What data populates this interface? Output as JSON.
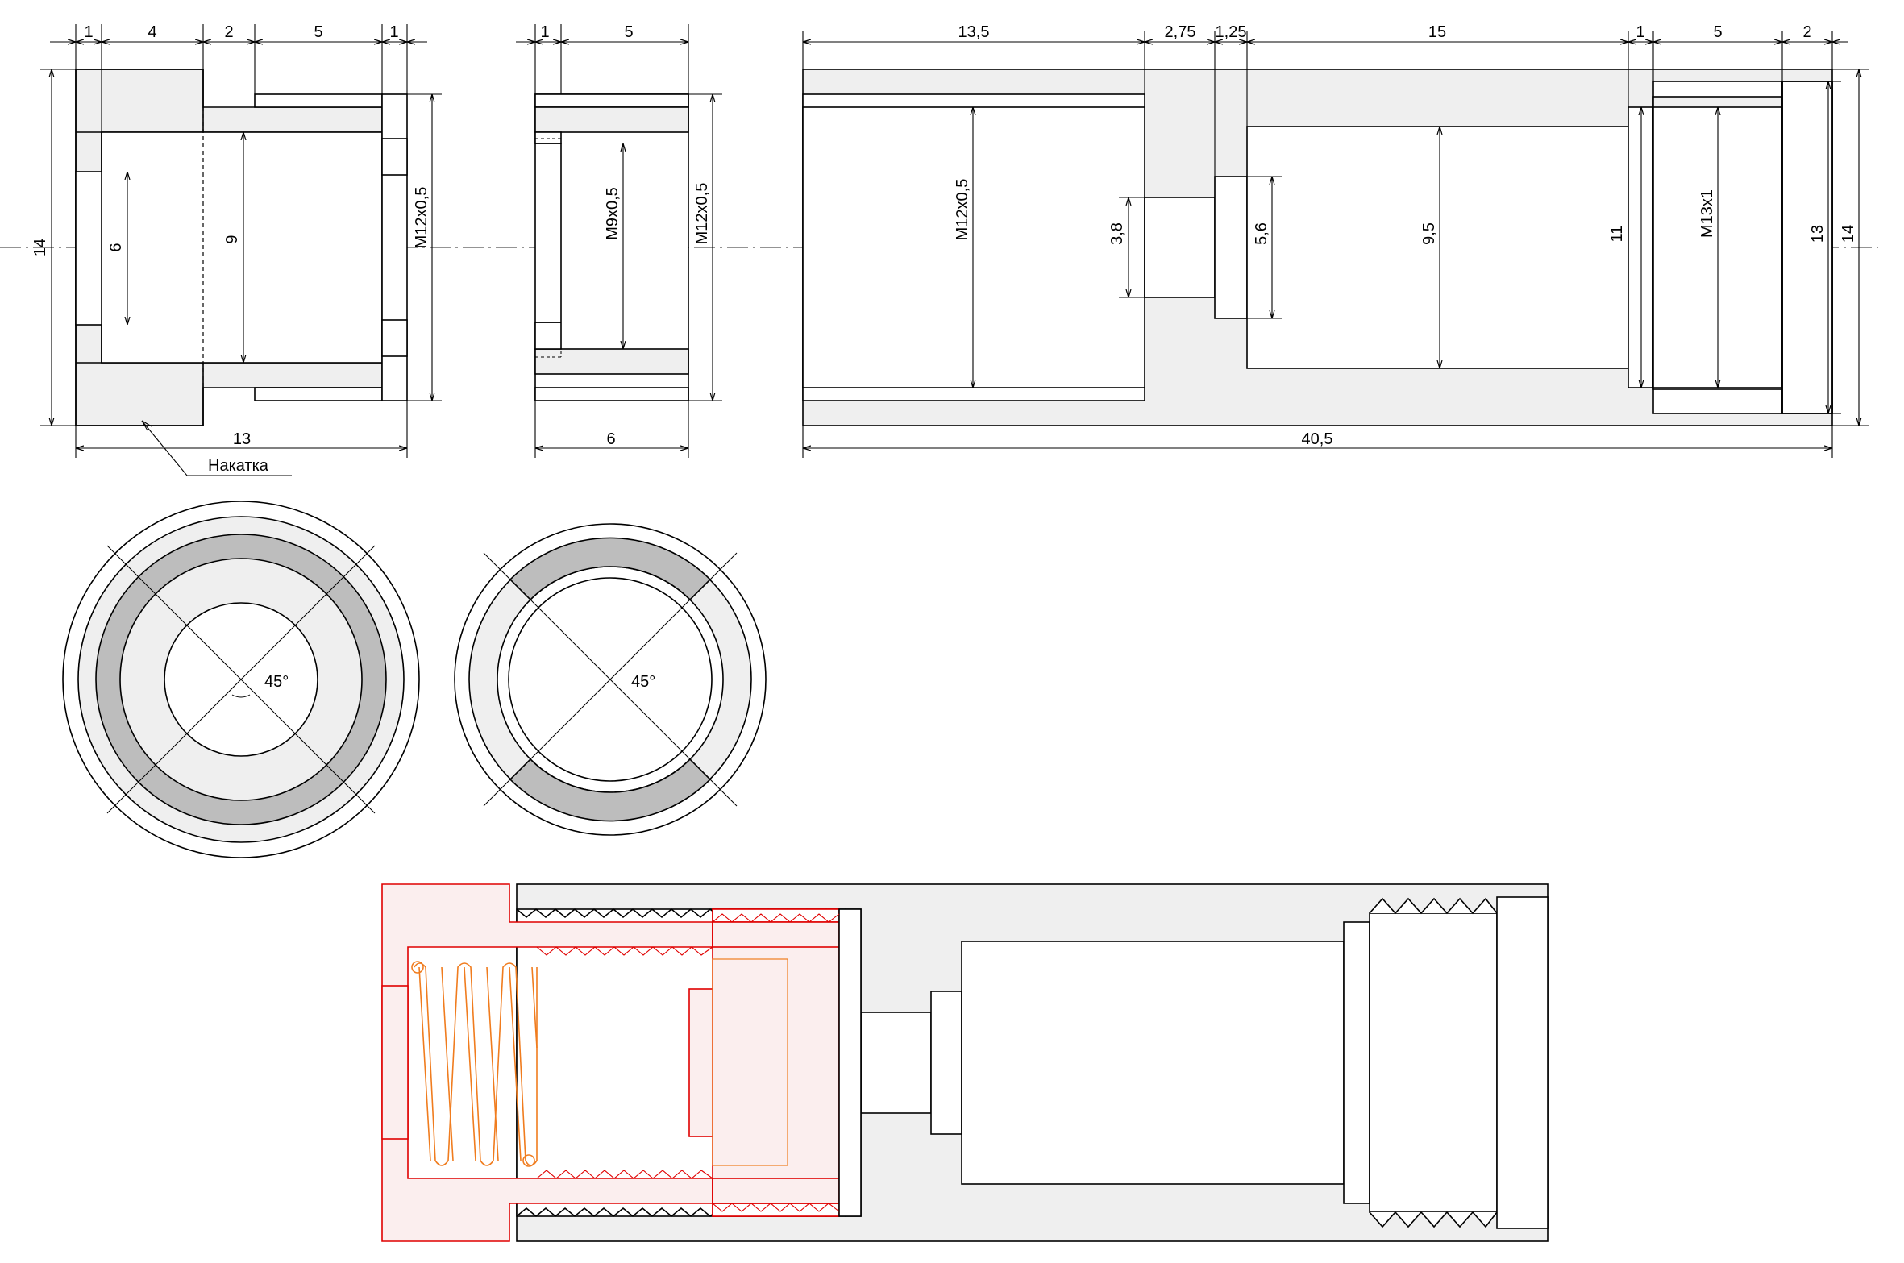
{
  "colors": {
    "line": "#000000",
    "body_fill": "#efefef",
    "ring_fill": "#bdbdbd",
    "white": "#ffffff",
    "assembly_red": "#e00000",
    "assembly_red_fill": "#fbeeee",
    "spring": "#f07c1e",
    "axis": "#555555"
  },
  "views": {
    "cap": {
      "dims_top": [
        "1",
        "4",
        "2",
        "5",
        "1"
      ],
      "d_outer": "14",
      "d_hole": "6",
      "d_bore": "9",
      "thread": "M12x0,5",
      "length": "13",
      "knurl_label": "Накатка"
    },
    "nut": {
      "dims_top": [
        "1",
        "5"
      ],
      "thread_inner": "M9x0,5",
      "thread_outer": "M12x0,5",
      "length": "6"
    },
    "body": {
      "dims_top": [
        "13,5",
        "2,75",
        "1,25",
        "15",
        "1",
        "5",
        "2"
      ],
      "thread_left": "M12x0,5",
      "d_small": "3,8",
      "d_step": "5,6",
      "d_main": "9,5",
      "d_ring": "11",
      "thread_right": "M13x1",
      "d_right_inner": "13",
      "d_outer": "14",
      "length": "40,5"
    },
    "end_views": {
      "left_angle": "45°",
      "right_angle": "45°"
    }
  }
}
